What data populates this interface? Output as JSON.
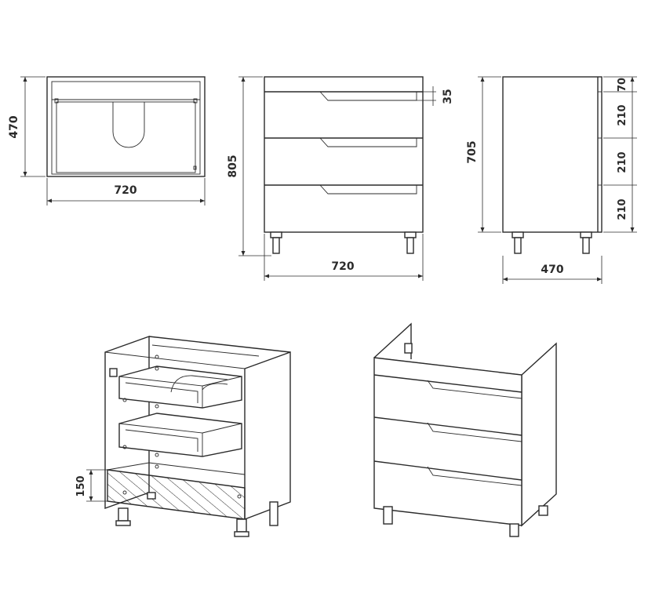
{
  "views": {
    "top": {
      "width_label": "720",
      "depth_label": "470"
    },
    "front": {
      "height_label": "805",
      "width_label": "720",
      "gap_label": "35"
    },
    "side": {
      "height_label": "705",
      "depth_label": "470",
      "top_label": "70",
      "drawer_labels": [
        "210",
        "210",
        "210"
      ]
    },
    "iso_open": {
      "bottom_drawer_label": "150"
    }
  }
}
